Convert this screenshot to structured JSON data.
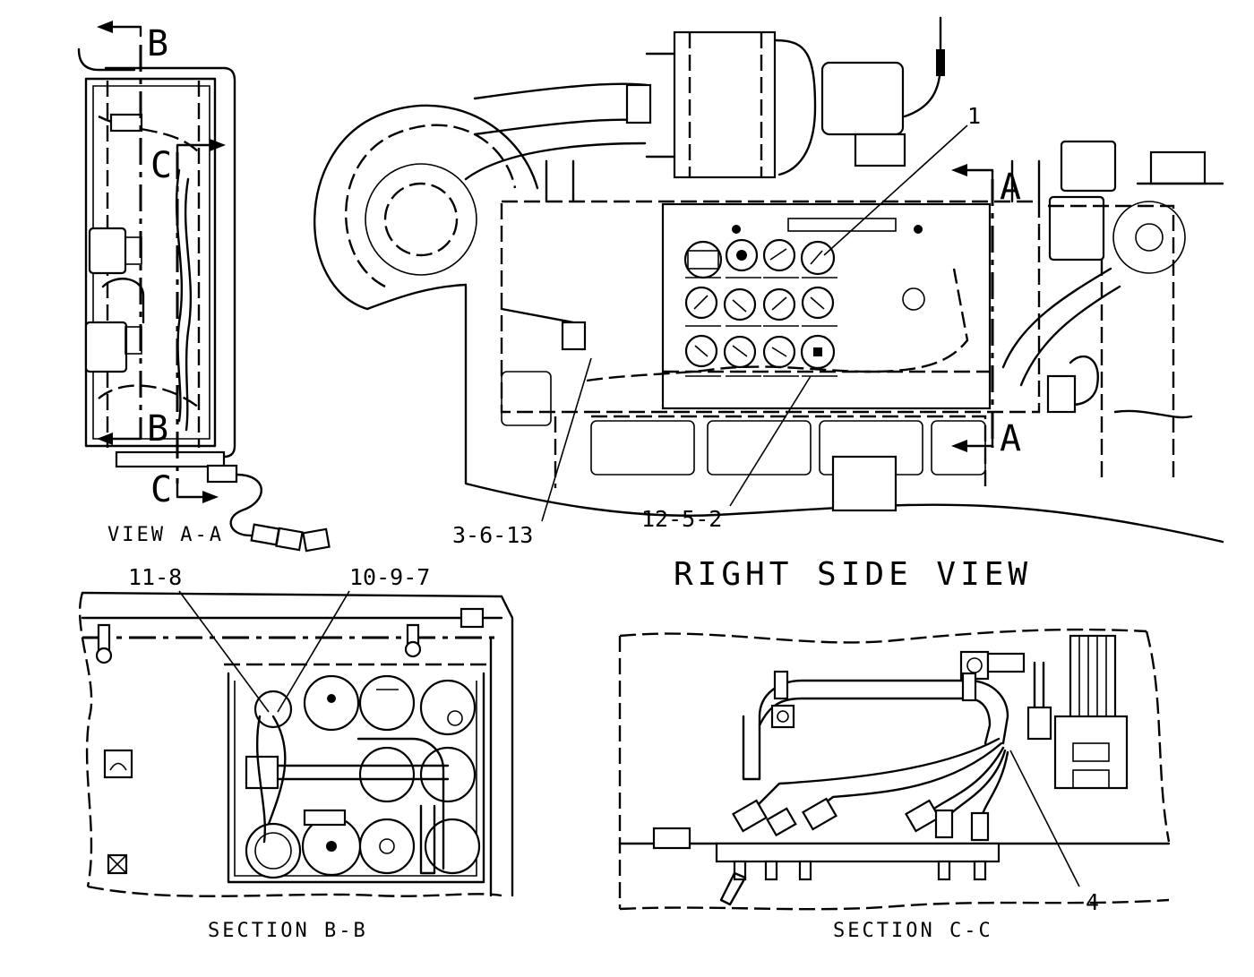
{
  "titles": {
    "view_aa": "VIEW A-A",
    "right_side_view": "RIGHT SIDE VIEW",
    "section_bb": "SECTION B-B",
    "section_cc": "SECTION C-C"
  },
  "callouts": {
    "c1": "1",
    "c3613": "3-6-13",
    "c1252": "12-5-2",
    "c118": "11-8",
    "c1097": "10-9-7",
    "c4": "4"
  },
  "section_marks": {
    "a_top": "A",
    "a_bottom": "A",
    "b_top": "B",
    "b_bottom": "B",
    "c_top": "C",
    "c_bottom": "C"
  }
}
